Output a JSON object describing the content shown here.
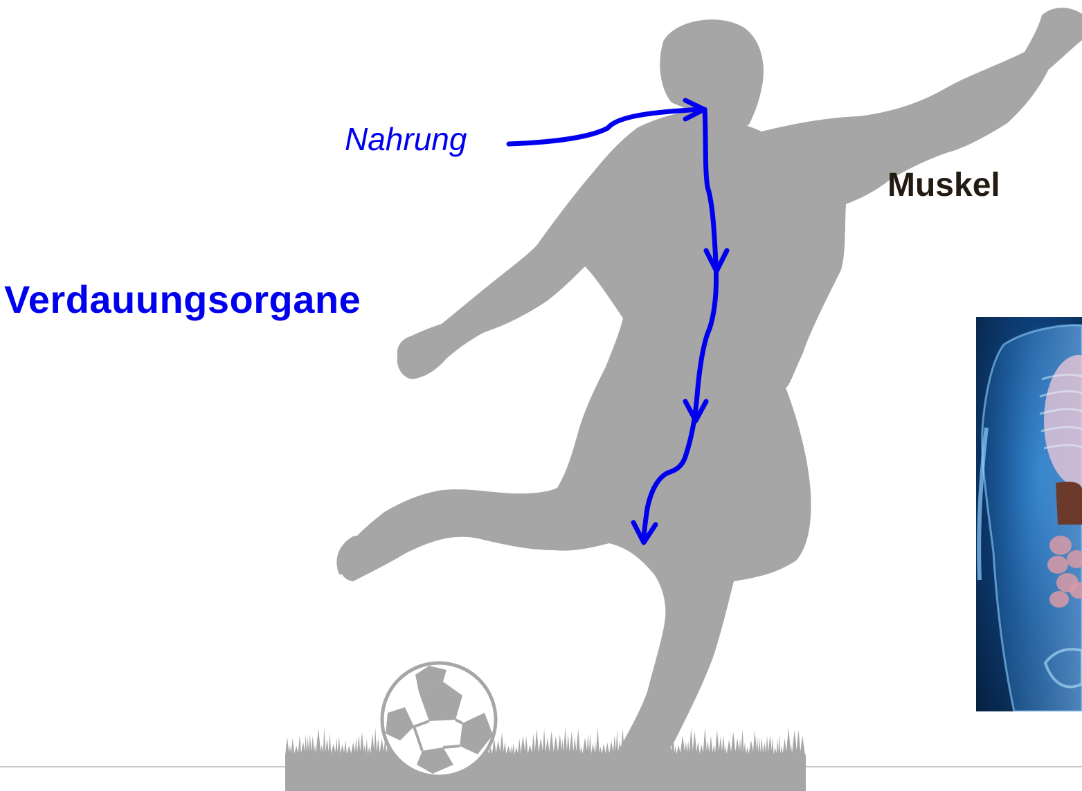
{
  "labels": {
    "digestive_organs": "Verdauungsorgane",
    "food": "Nahrung",
    "muscle": "Muskel"
  },
  "colors": {
    "silhouette": "#a6a6a6",
    "arrow": "#0000ee",
    "digestive_label": "#0000ee",
    "muscle_label": "#231a12",
    "anatomy_background": "#0b3566",
    "ball_white": "#ffffff",
    "ball_patch": "#a6a6a6"
  },
  "icons": {
    "player": "soccer-player-silhouette",
    "ball": "soccer-ball",
    "grass": "grass-strip",
    "anatomy": "human-torso-xray"
  }
}
